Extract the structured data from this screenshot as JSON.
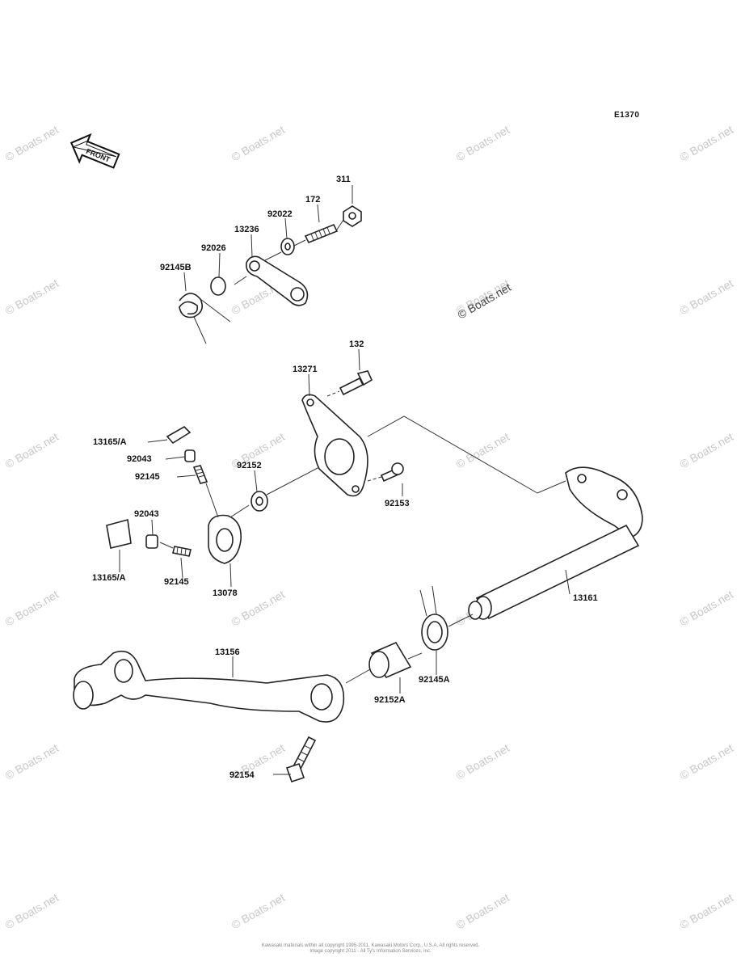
{
  "diagram_code": "E1370",
  "front_label": "FRONT",
  "watermark": "© Boats.net",
  "copyright_lines": [
    "Kawasaki materials within all copyright 1995-2011, Kawasaki Motors Corp., U.S.A. All rights reserved.",
    "Image copyright 2011 - All Ty's Information Services, Inc."
  ],
  "part_labels": [
    "311",
    "172",
    "92022",
    "13236",
    "92026",
    "92145B",
    "132",
    "13271",
    "13165/A",
    "92043",
    "92145",
    "92152",
    "92153",
    "92043",
    "13165/A",
    "92145",
    "13078",
    "13161",
    "13156",
    "92145A",
    "92152A",
    "92154"
  ]
}
